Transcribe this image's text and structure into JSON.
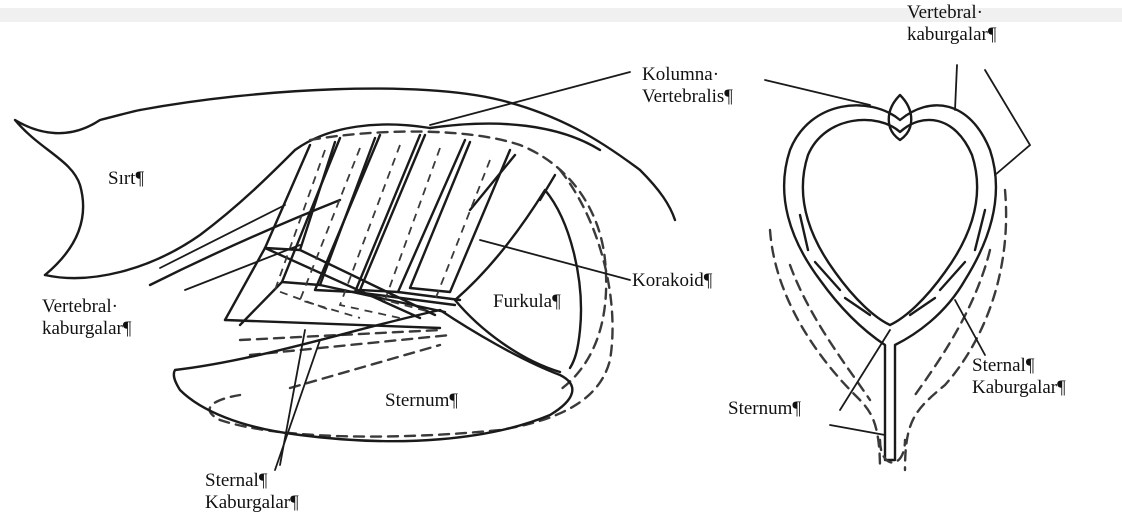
{
  "labels": {
    "sirt": "Sırt¶",
    "vertebral_left_1": "Vertebral·",
    "vertebral_left_2": "kaburgalar¶",
    "sternal_bottom_1": "Sternal¶",
    "sternal_bottom_2": "Kaburgalar¶",
    "sternum_left": "Sternum¶",
    "furkula": "Furkula¶",
    "korakoid": "Korakoid¶",
    "kolumna_1": "Kolumna·",
    "kolumna_2": "Vertebralis¶",
    "vertebral_right_1": "Vertebral·",
    "vertebral_right_2": "kaburgalar¶",
    "sternal_right_1": "Sternal¶",
    "sternal_right_2": "Kaburgalar¶",
    "sternum_right": "Sternum¶"
  },
  "colors": {
    "line": "#1a1a1a",
    "dashed_line": "#3a3a3a",
    "background": "#ffffff"
  }
}
